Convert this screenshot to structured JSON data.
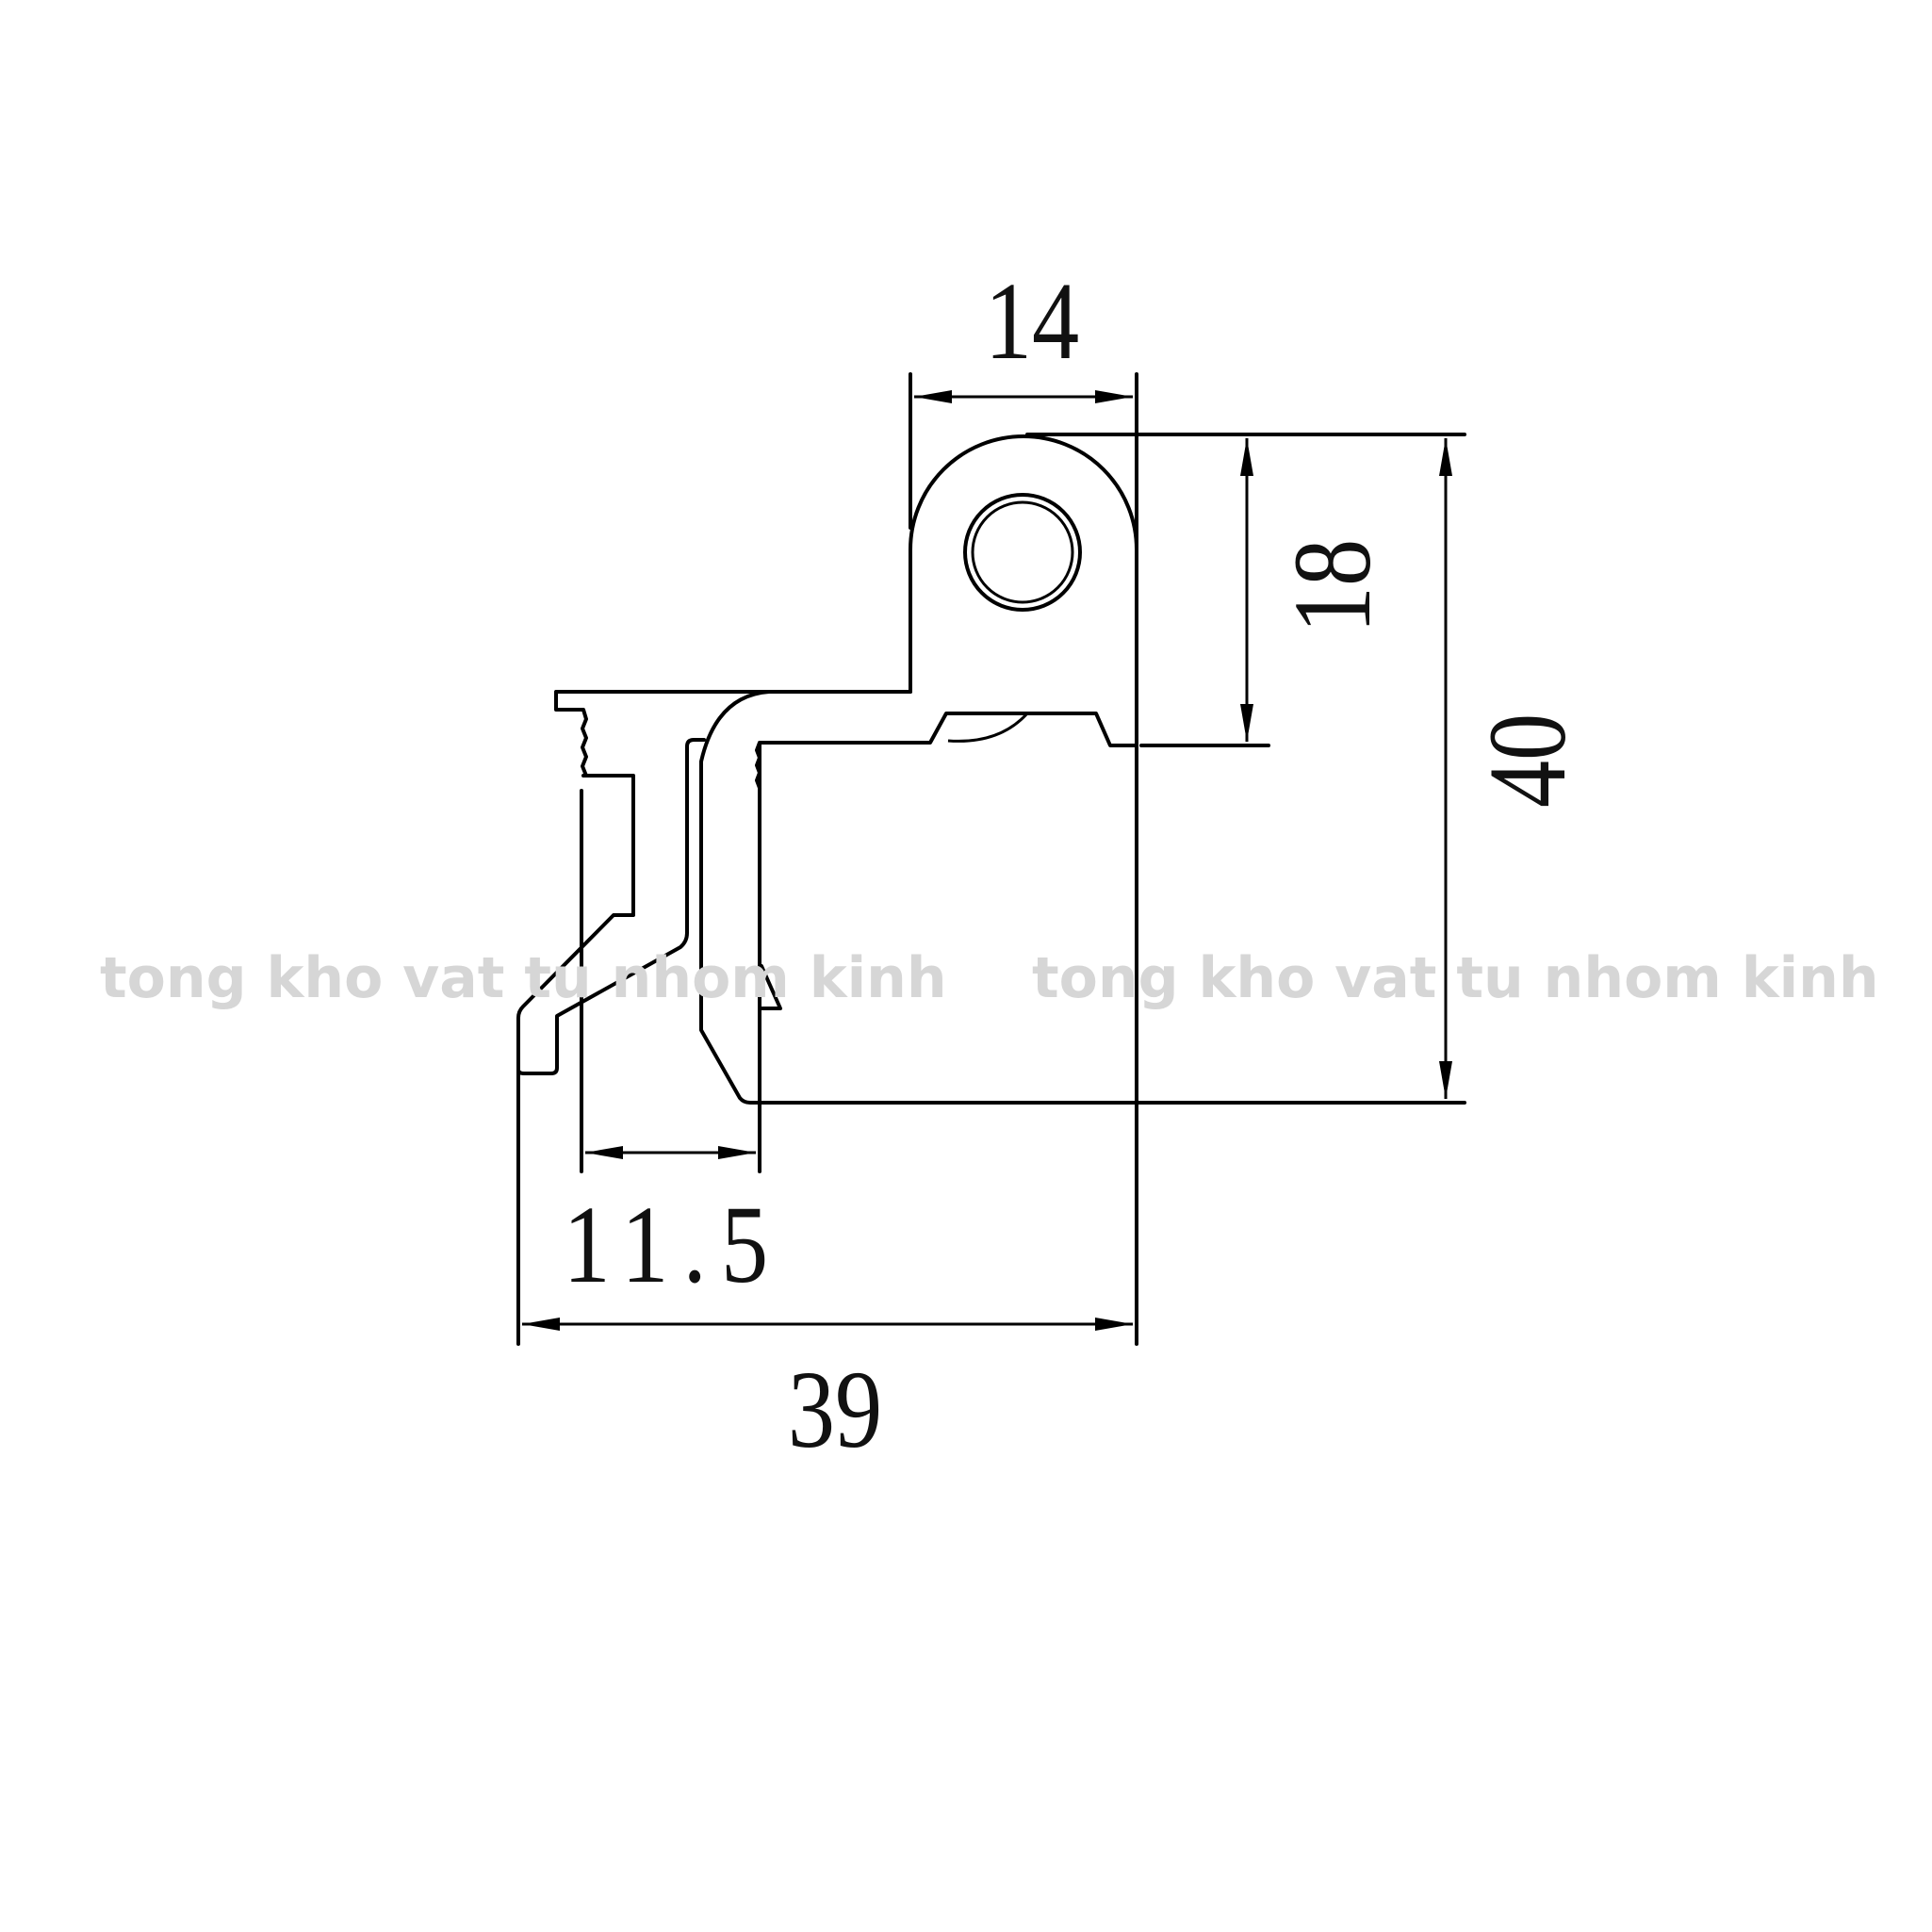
{
  "drawing": {
    "dimensions": {
      "width_top": "14",
      "height_upper": "18",
      "height_total": "40",
      "gap_width": "11.5",
      "width_total": "39"
    },
    "watermark": [
      "tong kho vat tu nhom kinh",
      "tong kho vat tu nhom kinh"
    ],
    "line_color": "#000000",
    "watermark_color": "#d6d6d6"
  }
}
